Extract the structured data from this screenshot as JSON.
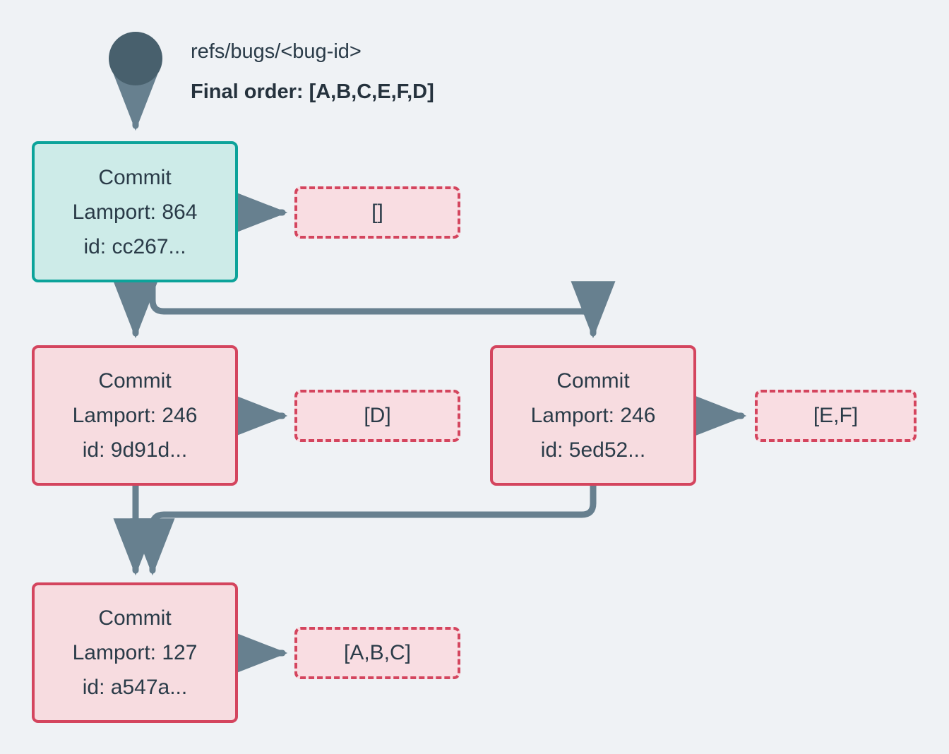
{
  "diagram": {
    "background_color": "#eff2f5",
    "title_ref": "refs/bugs/<bug-id>",
    "final_order": "Final order: [A,B,C,E,F,D]",
    "colors": {
      "root_node": "#48606d",
      "edge": "#67808f",
      "teal_border": "#0ca39a",
      "teal_fill": "#cdebe8",
      "red_border": "#d4455e",
      "red_fill": "#f7dce0",
      "dashed_fill": "#f9dde2",
      "text": "#2a3b48"
    },
    "root": {
      "name": "root-node",
      "shape": "circle"
    },
    "commits": [
      {
        "id": "commit-cc267",
        "title": "Commit",
        "lamport": "Lamport: 864",
        "hash": "id: cc267...",
        "style": "teal"
      },
      {
        "id": "commit-9d91d",
        "title": "Commit",
        "lamport": "Lamport: 246",
        "hash": "id: 9d91d...",
        "style": "red"
      },
      {
        "id": "commit-5ed52",
        "title": "Commit",
        "lamport": "Lamport: 246",
        "hash": "id: 5ed52...",
        "style": "red"
      },
      {
        "id": "commit-a547a",
        "title": "Commit",
        "lamport": "Lamport: 127",
        "hash": "id: a547a...",
        "style": "red"
      }
    ],
    "operation_sets": [
      {
        "id": "ops-cc267",
        "label": "[]"
      },
      {
        "id": "ops-9d91d",
        "label": "[D]"
      },
      {
        "id": "ops-5ed52",
        "label": "[E,F]"
      },
      {
        "id": "ops-a547a",
        "label": "[A,B,C]"
      }
    ]
  }
}
